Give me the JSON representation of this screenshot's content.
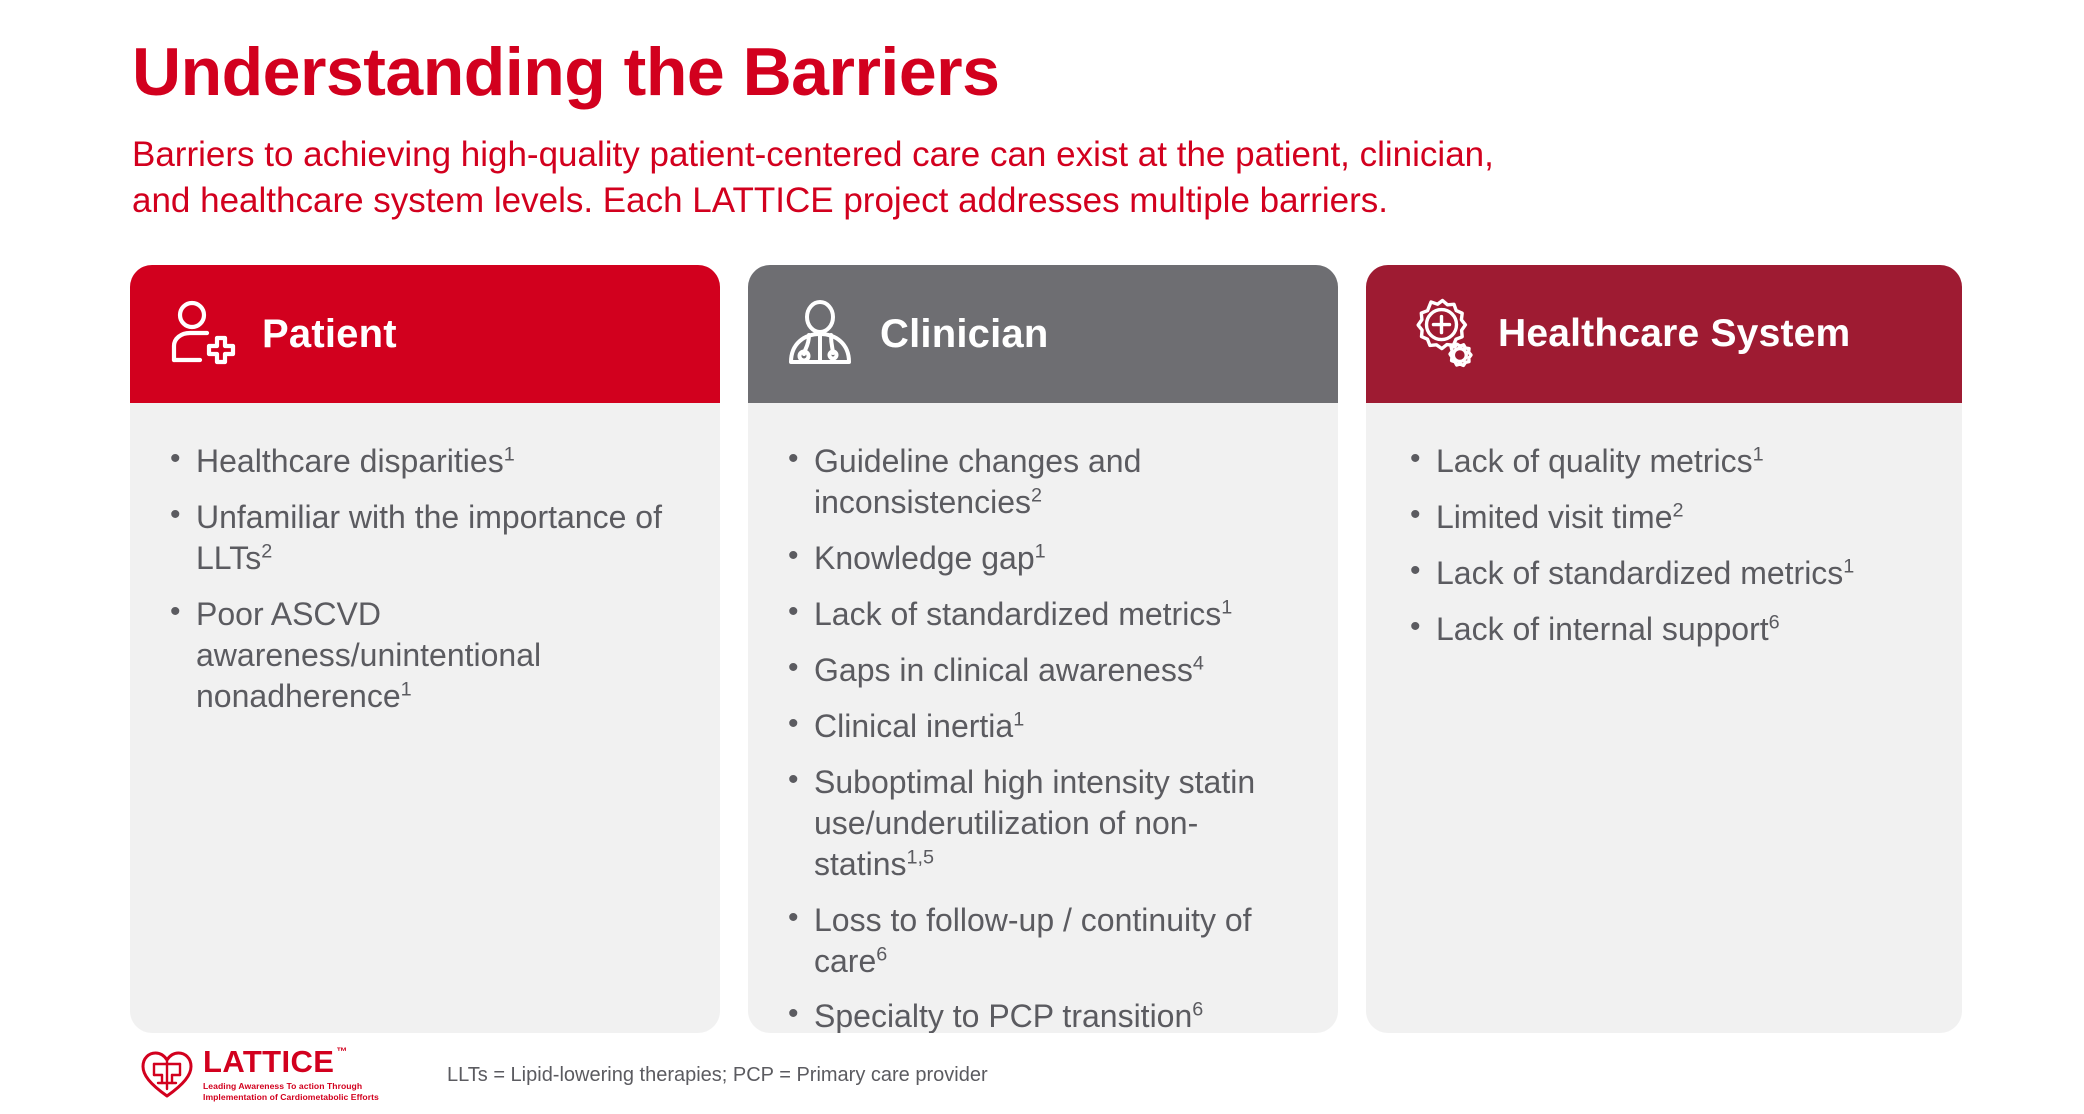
{
  "header": {
    "title": "Understanding the Barriers",
    "subtitle_line1": "Barriers to achieving high-quality patient-centered care can exist at the patient, clinician,",
    "subtitle_line2": "and healthcare system levels. Each LATTICE project addresses multiple barriers."
  },
  "colors": {
    "brand_red": "#D2001E",
    "clinician_gray": "#6E6E72",
    "system_maroon": "#9E1B32",
    "card_background": "#F1F1F1",
    "body_text": "#5B5B60"
  },
  "cards": [
    {
      "id": "patient",
      "title": "Patient",
      "icon": "patient-person-plus-icon",
      "header_color": "#D2001E",
      "bullets": [
        {
          "text": "Healthcare disparities",
          "sup": "1"
        },
        {
          "text": "Unfamiliar with the importance of LLTs",
          "sup": "2"
        },
        {
          "text": "Poor ASCVD awareness/unintentional nonadherence",
          "sup": "1"
        }
      ]
    },
    {
      "id": "clinician",
      "title": "Clinician",
      "icon": "clinician-stethoscope-icon",
      "header_color": "#6E6E72",
      "bullets": [
        {
          "text": "Guideline changes and inconsistencies",
          "sup": "2"
        },
        {
          "text": "Knowledge gap",
          "sup": "1"
        },
        {
          "text": "Lack of standardized metrics",
          "sup": "1"
        },
        {
          "text": "Gaps in clinical awareness",
          "sup": "4"
        },
        {
          "text": "Clinical inertia",
          "sup": "1"
        },
        {
          "text": "Suboptimal high intensity statin use/underutilization of non-statins",
          "sup": "1,5"
        },
        {
          "text": "Loss to follow-up / continuity of care",
          "sup": "6"
        },
        {
          "text": "Specialty to PCP transition",
          "sup": "6"
        }
      ]
    },
    {
      "id": "healthcare-system",
      "title": "Healthcare System",
      "icon": "gears-plus-icon",
      "header_color": "#9E1B32",
      "bullets": [
        {
          "text": "Lack of quality metrics",
          "sup": "1"
        },
        {
          "text": "Limited visit time",
          "sup": "2"
        },
        {
          "text": "Lack of standardized metrics",
          "sup": "1"
        },
        {
          "text": "Lack of internal support",
          "sup": "6"
        }
      ]
    }
  ],
  "footer": {
    "logo_word": "LATTICE",
    "logo_tm": "™",
    "logo_tagline": "Leading Awareness To action Through Implementation of Cardiometabolic Efforts",
    "footnote": "LLTs = Lipid-lowering therapies; PCP = Primary care provider"
  }
}
